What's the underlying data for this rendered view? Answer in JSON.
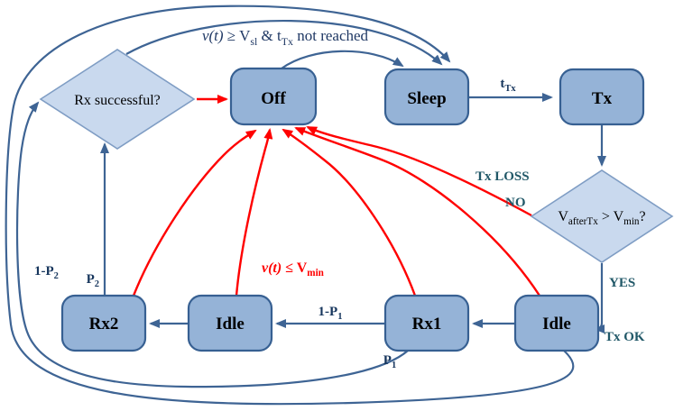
{
  "diagram": {
    "colors": {
      "node_fill": "#95B3D7",
      "node_border": "#376092",
      "diamond_fill": "#C9D9EE",
      "edge_blue": "#3E6494",
      "edge_red": "#FF0000",
      "label_navy": "#17365D",
      "label_teal": "#215868",
      "label_red": "#FF0000"
    },
    "nodes": {
      "off": {
        "label": "Off"
      },
      "sleep": {
        "label": "Sleep"
      },
      "tx": {
        "label": "Tx"
      },
      "rx2": {
        "label": "Rx2"
      },
      "idle_left": {
        "label": "Idle"
      },
      "rx1": {
        "label": "Rx1"
      },
      "idle_right": {
        "label": "Idle"
      }
    },
    "decisions": {
      "rx_successful": {
        "label": "Rx  successful?"
      },
      "v_after_tx": {
        "p1": "V",
        "sub1": "afterTx",
        "p2": " > V",
        "sub2": "min",
        "p3": "?"
      }
    },
    "edge_labels": {
      "sleep_condition": {
        "italic": "v(t)",
        "p1": " ≥ V",
        "sub1": "sl",
        "p2": " & t",
        "sub2": "Tx",
        "p3": " not reached"
      },
      "t_tx": {
        "p1": "t",
        "sub1": "Tx"
      },
      "tx_loss": "Tx LOSS",
      "no": "NO",
      "yes": "YES",
      "tx_ok": "Tx OK",
      "v_min": {
        "italic": "v(t)",
        "p1": " ≤ V",
        "sub1": "min"
      },
      "one_minus_p2": {
        "p1": "1-P",
        "sub1": "2"
      },
      "p2": {
        "p1": "P",
        "sub1": "2"
      },
      "one_minus_p1": {
        "p1": "1-P",
        "sub1": "1"
      },
      "p1": {
        "p1": "P",
        "sub1": "1"
      }
    }
  }
}
